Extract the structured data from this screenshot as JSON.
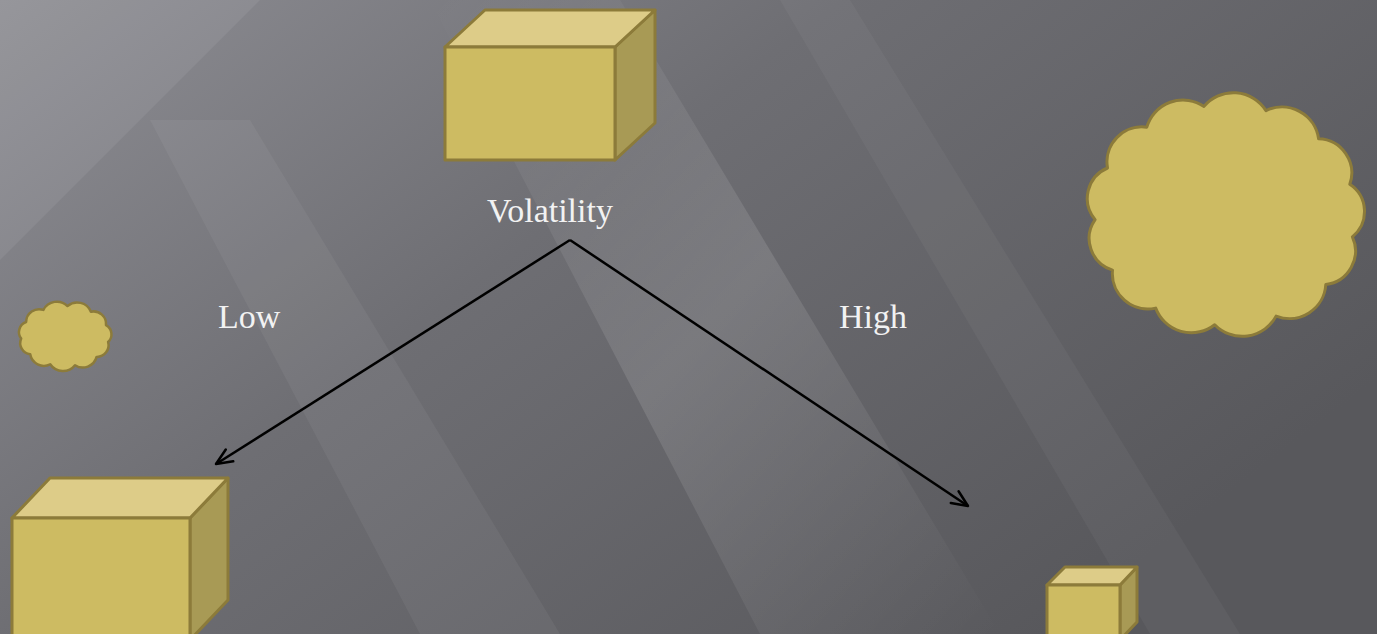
{
  "diagram": {
    "nodes": [
      {
        "text": [
          "Volatility"
        ]
      }
    ],
    "labels": [
      "Low",
      "High"
    ]
  }
}
